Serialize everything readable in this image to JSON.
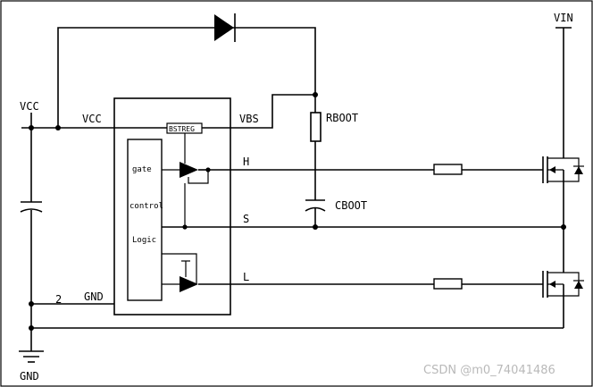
{
  "labels": {
    "vcc_left": "VCC",
    "vcc_ic": "VCC",
    "vbs": "VBS",
    "bstreg": "BSTREG",
    "rboot": "RBOOT",
    "cboot": "CBOOT",
    "h": "H",
    "s": "S",
    "l": "L",
    "gnd_ic": "GND",
    "pin2": "2",
    "gnd": "GND",
    "vin": "VIN",
    "gate": "gate",
    "control": "control",
    "logic": "Logic"
  },
  "watermark": "CSDN @m0_74041486"
}
